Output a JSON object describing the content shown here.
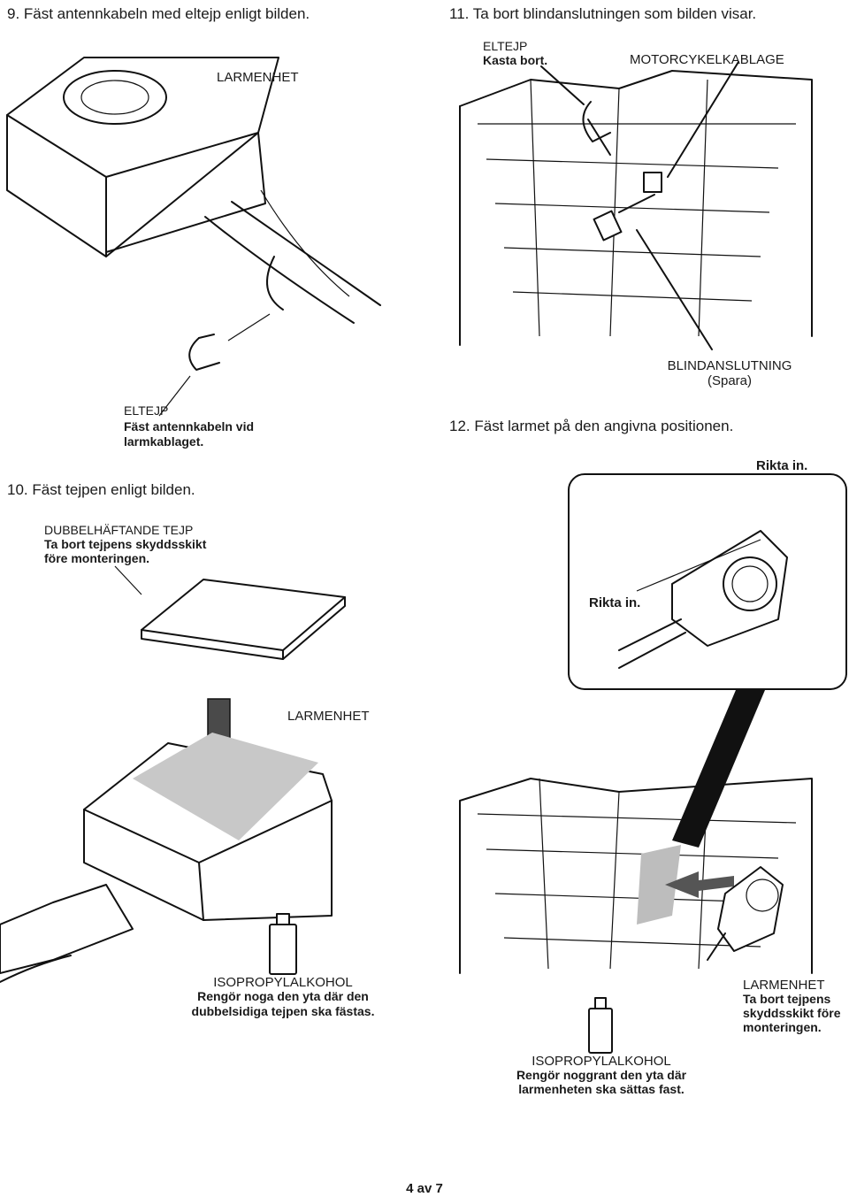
{
  "step9": {
    "title": "9.  Fäst antennkabeln med eltejp enligt bilden.",
    "label_unit": "LARMENHET",
    "tape_name": "ELTEJP",
    "tape_note_1": "Fäst antennkabeln vid",
    "tape_note_2": "larmkablaget."
  },
  "step11": {
    "title": "11.  Ta bort blindanslutningen som bilden visar.",
    "tape_name": "ELTEJP",
    "tape_note": "Kasta bort.",
    "harness": "MOTORCYKELKABLAGE",
    "blind": "BLINDANSLUTNING",
    "blind_note": "(Spara)"
  },
  "step10": {
    "title": "10.  Fäst tejpen enligt bilden.",
    "dst_name": "DUBBELHÄFTANDE TEJP",
    "dst_note_1": "Ta bort tejpens skyddsskikt",
    "dst_note_2": "före monteringen.",
    "unit": "LARMENHET",
    "ipa_name": "ISOPROPYLALKOHOL",
    "ipa_note_1": "Rengör noga den yta där den",
    "ipa_note_2": "dubbelsidiga tejpen ska fästas."
  },
  "step12": {
    "title": "12.  Fäst larmet på den angivna positionen.",
    "align_top": "Rikta in.",
    "align_inset": "Rikta in.",
    "unit": "LARMENHET",
    "unit_note_1": "Ta bort tejpens",
    "unit_note_2": "skyddsskikt före",
    "unit_note_3": "monteringen.",
    "ipa_name": "ISOPROPYLALKOHOL",
    "ipa_note_1": "Rengör noggrant den yta där",
    "ipa_note_2": "larmenheten ska sättas fast."
  },
  "footer": {
    "page": "4 av 7"
  },
  "icons": [
    "alarm-unit-illustration",
    "tape-icon",
    "motorcycle-frame-illustration",
    "connector-icon",
    "tape-pad-icon",
    "arrow-down-icon",
    "spray-can-icon",
    "arrow-left-icon"
  ]
}
